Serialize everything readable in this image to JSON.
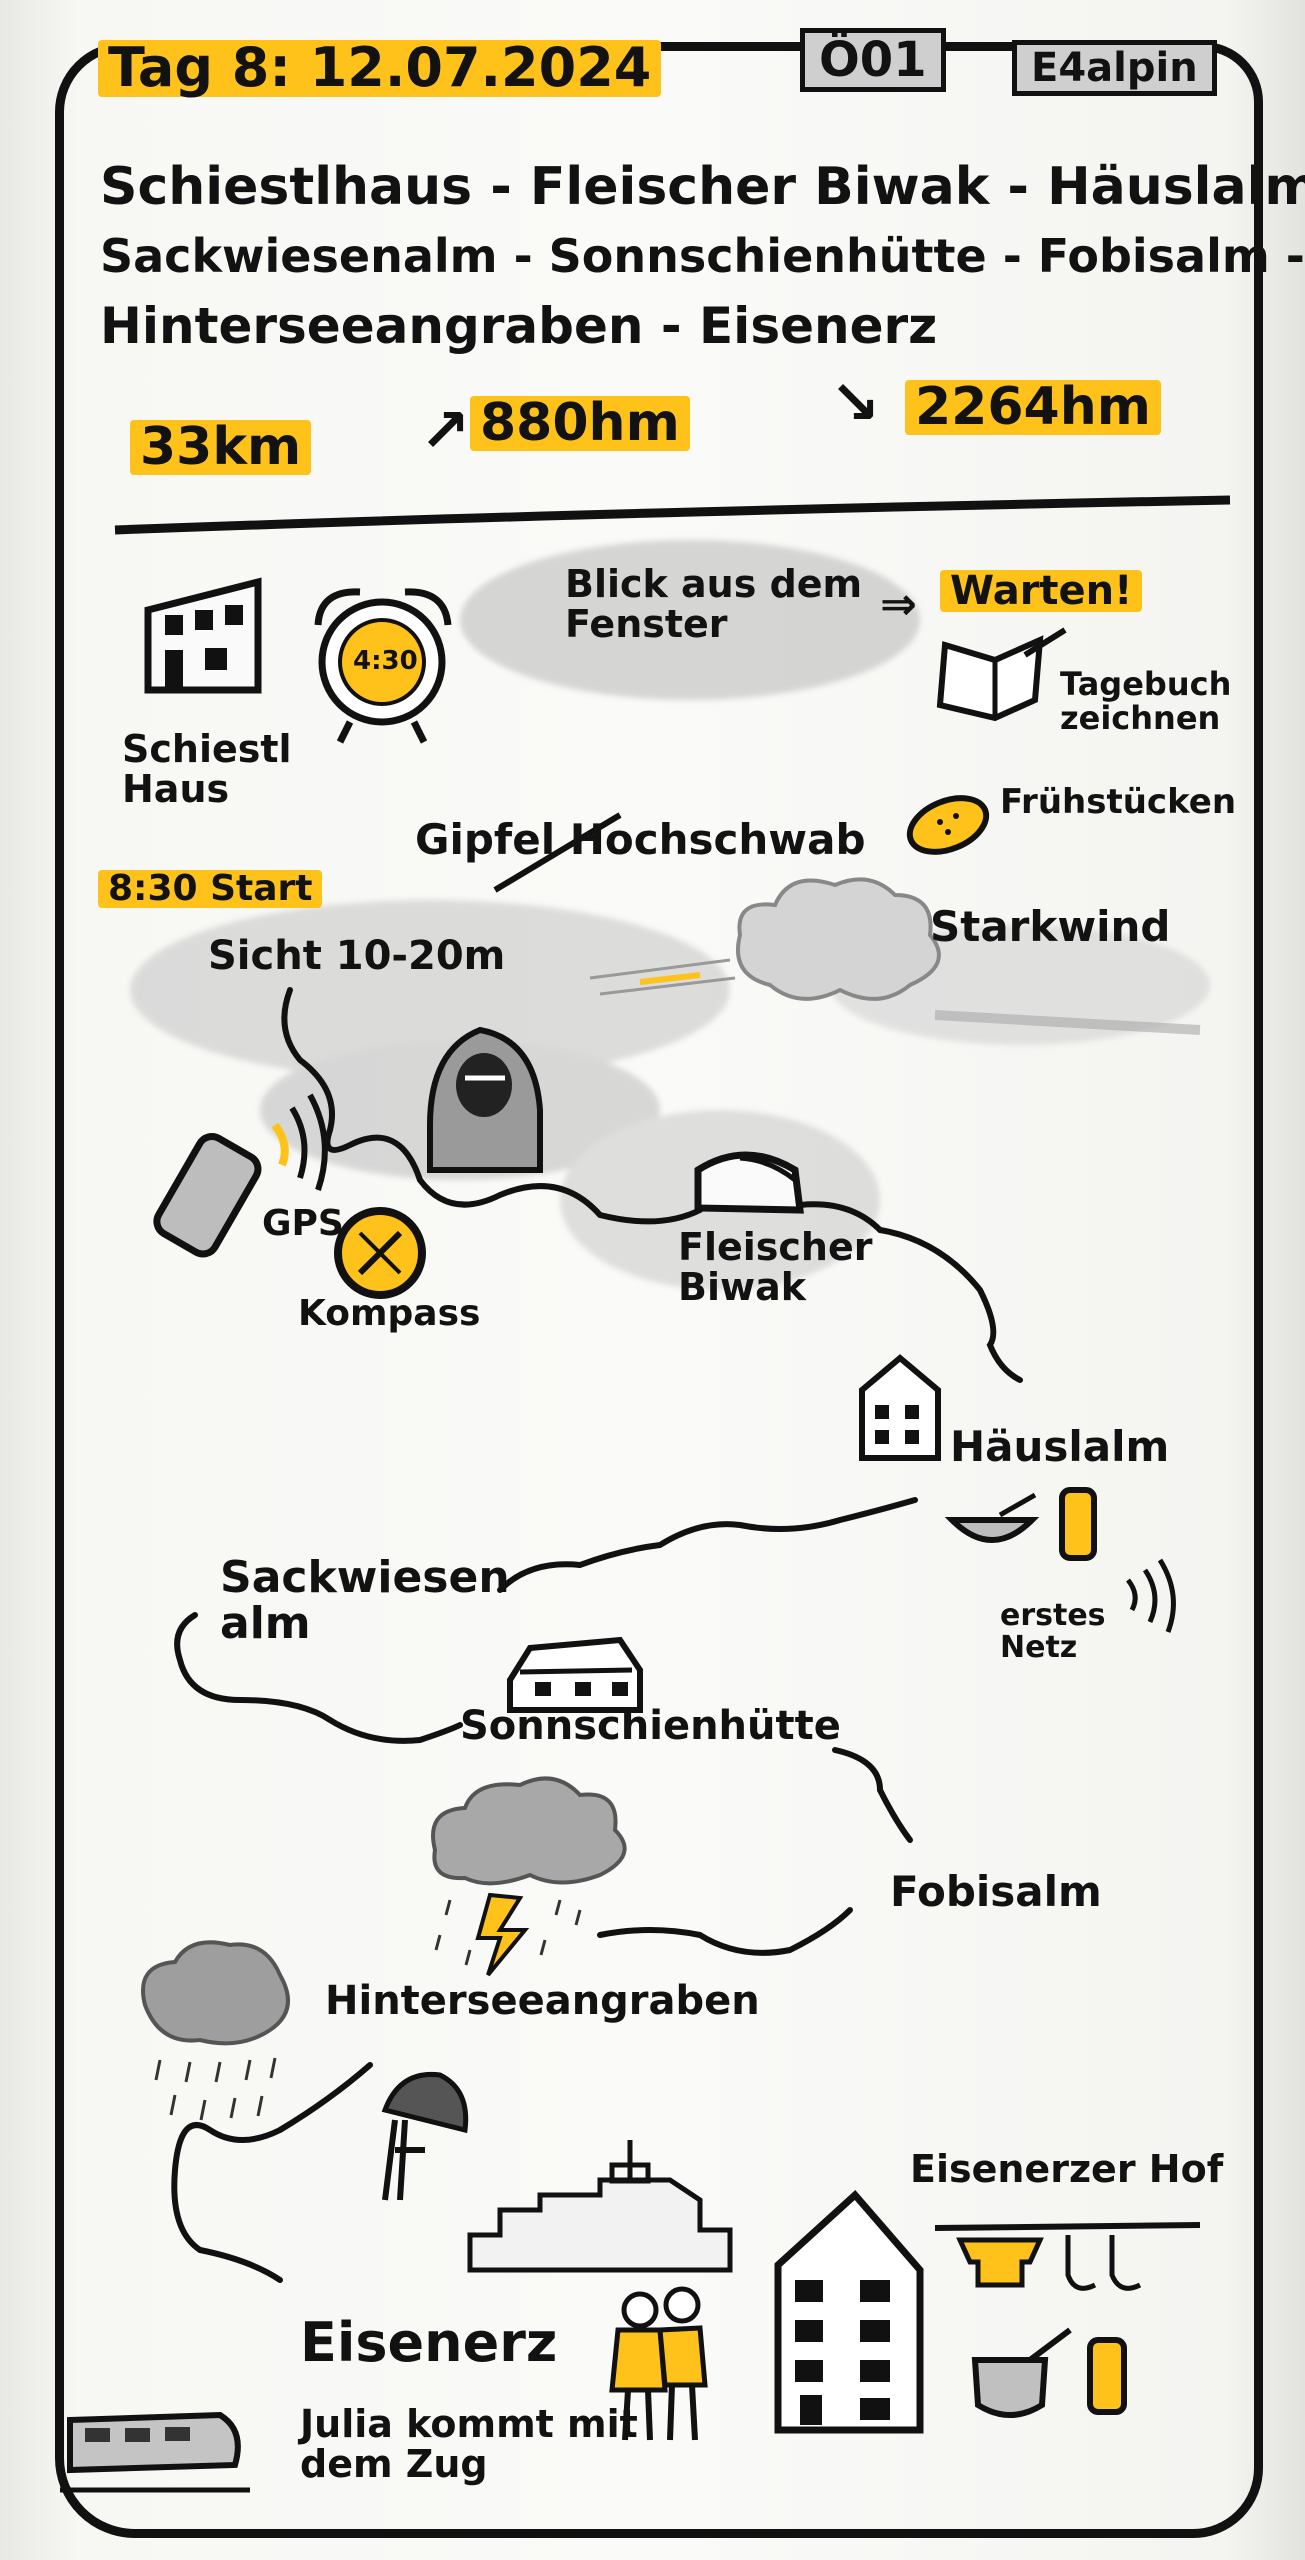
{
  "header": {
    "day_title": "Tag 8: 12.07.2024",
    "code": "Ö01",
    "trail": "E4alpin",
    "route_line1": "Schiestlhaus - Fleischer Biwak - Häuslalm",
    "route_line2": "Sackwiesenalm - Sonnschienhütte - Fobisalm -",
    "route_line3": "Hinterseeangraben - Eisenerz",
    "distance": "33km",
    "ascent": "880hm",
    "descent": "2264hm"
  },
  "morning": {
    "hut_label": "Schiestl Haus",
    "alarm_time": "4:30",
    "window_text": "Blick aus dem Fenster",
    "wait_text": "Warten!",
    "diary_text": "Tagebuch zeichnen",
    "breakfast_text": "Frühstücken"
  },
  "ascent": {
    "start_text": "8:30 Start",
    "summit_text": "Gipfel Hochschwab",
    "visibility_text": "Sicht 10-20m",
    "wind_text": "Starkwind",
    "gps_text": "GPS",
    "compass_text": "Kompass"
  },
  "route": {
    "bivouac": "Fleischer Biwak",
    "haeuslalm": "Häuslalm",
    "network": "erstes Netz",
    "sackwiesenalm": "Sackwiesen alm",
    "sonnschien": "Sonnschienhütte",
    "fobisalm": "Fobisalm",
    "hintersee": "Hinterseeangraben",
    "eisenerz": "Eisenerz",
    "hotel": "Eisenerzer Hof"
  },
  "footer": {
    "train_text": "Julia kommt mit dem Zug"
  },
  "colors": {
    "highlight": "#ffc21a",
    "ink": "#121212",
    "pencil_grey": "#a9a9a9",
    "accent_orange": "#f5a300"
  }
}
